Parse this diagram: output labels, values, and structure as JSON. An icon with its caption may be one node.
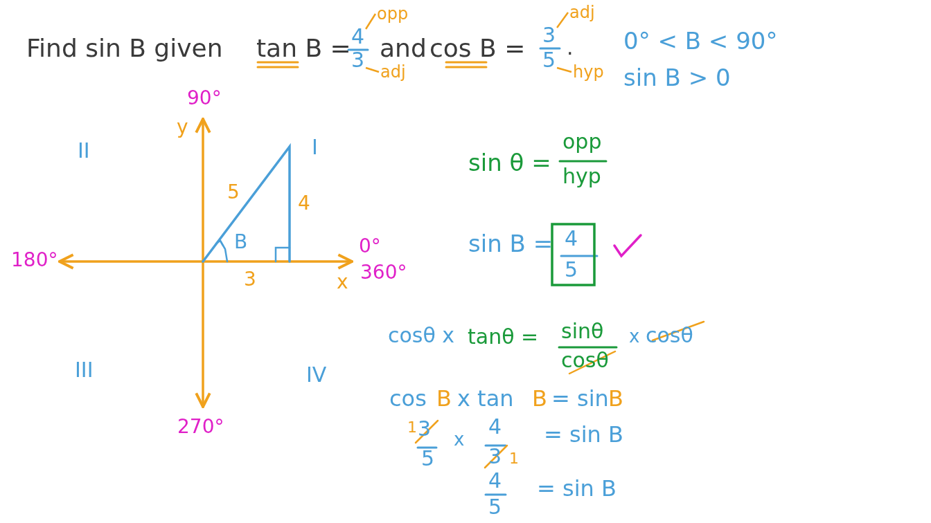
{
  "diagram": {
    "nodes": [
      {
        "text": [
          "4"
        ]
      },
      {
        "text": [
          "opp"
        ]
      },
      {
        "text": [
          "3"
        ]
      },
      {
        "text": [
          "adj"
        ]
      },
      {
        "text": [
          "3"
        ]
      },
      {
        "text": [
          "adj"
        ]
      },
      {
        "text": [
          "5"
        ]
      },
      {
        "text": [
          "hyp"
        ]
      }
    ],
    "edges": [
      {
        "from": 0,
        "to": 1,
        "arrow": "none"
      },
      {
        "from": 2,
        "to": 3,
        "arrow": "none"
      },
      {
        "from": 4,
        "to": 5,
        "arrow": "none"
      },
      {
        "from": 6,
        "to": 7,
        "arrow": "none"
      }
    ],
    "labels": [
      "Find sin B given",
      "tan B =",
      "and",
      "cos B =",
      ".",
      "0° < B < 90°",
      "sin B > 0",
      "90°",
      "y",
      "II",
      "I",
      "5",
      "4",
      "B",
      "180°",
      "0°",
      "360°",
      "3",
      "x",
      "III",
      "IV",
      "270°",
      "sin θ =",
      "opp",
      "hyp",
      "sin B =",
      "4",
      "5",
      "cosθ x",
      "tanθ =",
      "sinθ",
      "cosθ",
      "x",
      "cosθ",
      "cos",
      "B",
      "x tan",
      "B",
      "= sin",
      "B",
      "1",
      "3",
      "5",
      "x",
      "4",
      "3",
      "1",
      "= sin B",
      "4",
      "5",
      "= sin B"
    ]
  }
}
